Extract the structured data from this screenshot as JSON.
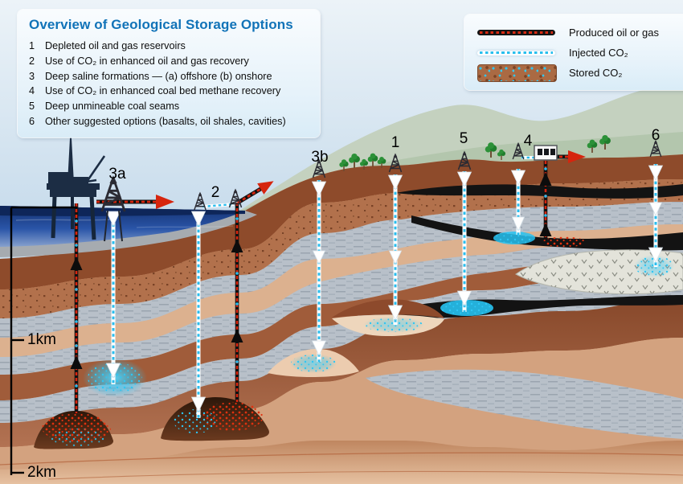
{
  "title_box": {
    "title": "Overview of Geological Storage Options",
    "items": [
      {
        "num": "1",
        "text": "Depleted oil and gas reservoirs"
      },
      {
        "num": "2",
        "text": "Use of CO₂ in enhanced oil and gas recovery"
      },
      {
        "num": "3",
        "text": "Deep saline formations — (a) offshore (b) onshore"
      },
      {
        "num": "4",
        "text": "Use of CO₂ in enhanced coal bed methane recovery"
      },
      {
        "num": "5",
        "text": "Deep unmineable coal seams"
      },
      {
        "num": "6",
        "text": "Other suggested options (basalts, oil shales, cavities)"
      }
    ]
  },
  "legend": {
    "items": [
      {
        "label": "Produced oil or gas",
        "key": "produced"
      },
      {
        "label": "Injected CO₂",
        "key": "injected"
      },
      {
        "label": "Stored CO₂",
        "key": "stored"
      }
    ]
  },
  "site_labels": [
    {
      "id": "3a"
    },
    {
      "id": "2"
    },
    {
      "id": "3b"
    },
    {
      "id": "1"
    },
    {
      "id": "5"
    },
    {
      "id": "4"
    },
    {
      "id": "6"
    }
  ],
  "depth_scale": {
    "marks": [
      {
        "label": "1km"
      },
      {
        "label": "2km"
      }
    ]
  },
  "colors": {
    "title_blue": "#1173b8",
    "injected_cyan": "#28bfee",
    "produced_red": "#d6250e",
    "sea_blue": "#1d3f8f",
    "hill_green": "#b3c6ad",
    "topsoil_brown": "#8e4b2b"
  }
}
